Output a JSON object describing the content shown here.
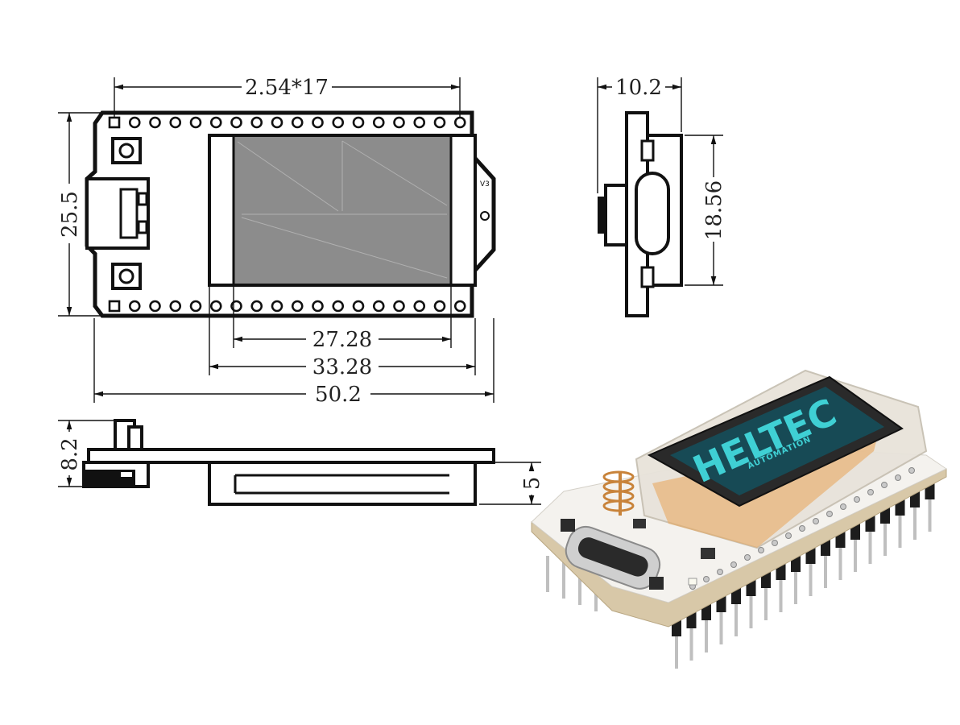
{
  "dimensions": {
    "pin_pitch": "2.54*17",
    "board_width": "25.5",
    "display_active": "27.28",
    "display_outer": "33.28",
    "board_length": "50.2",
    "side_thickness": "10.2",
    "side_height": "18.56",
    "height_total": "8.2",
    "height_screen": "5"
  },
  "photo": {
    "brand": "HELTEC",
    "brand_sub": "AUTOMATION",
    "revision": "V3"
  },
  "colors": {
    "outline": "#111111",
    "screen_gray": "#8c8c8c",
    "oled_text": "#3fd0d4",
    "pcb_white": "#f4f2ee",
    "antenna": "#c8833a"
  }
}
